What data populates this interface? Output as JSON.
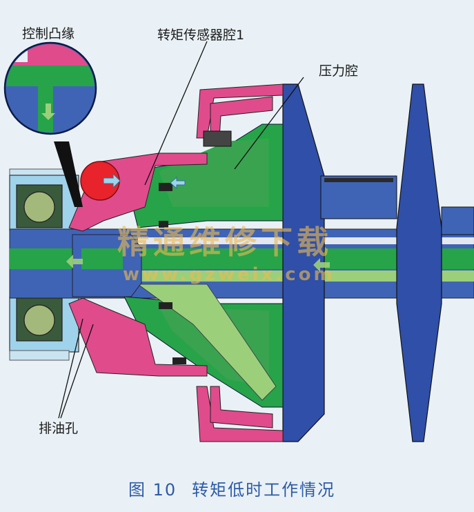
{
  "labels": {
    "control_cam": "控制凸缘",
    "torque_sensor_chamber": "转矩传感器腔1",
    "pressure_chamber": "压力腔",
    "drain_hole": "排油孔"
  },
  "watermark": {
    "text": "精通维修下载",
    "url": "www.gzweix.com"
  },
  "caption": {
    "number": "图 10",
    "title": "转矩低时工作情况"
  },
  "colors": {
    "background": "#e9f1f6",
    "housing_blue": "#2f4fa8",
    "shaft_blue": "#3f64b6",
    "oil_green": "#27a34a",
    "light_green": "#9ccf7a",
    "seal_pink": "#e04b8c",
    "light_blue": "#9fd3ec",
    "red_zone": "#e8232b",
    "caption_blue": "#2d5aa6"
  }
}
